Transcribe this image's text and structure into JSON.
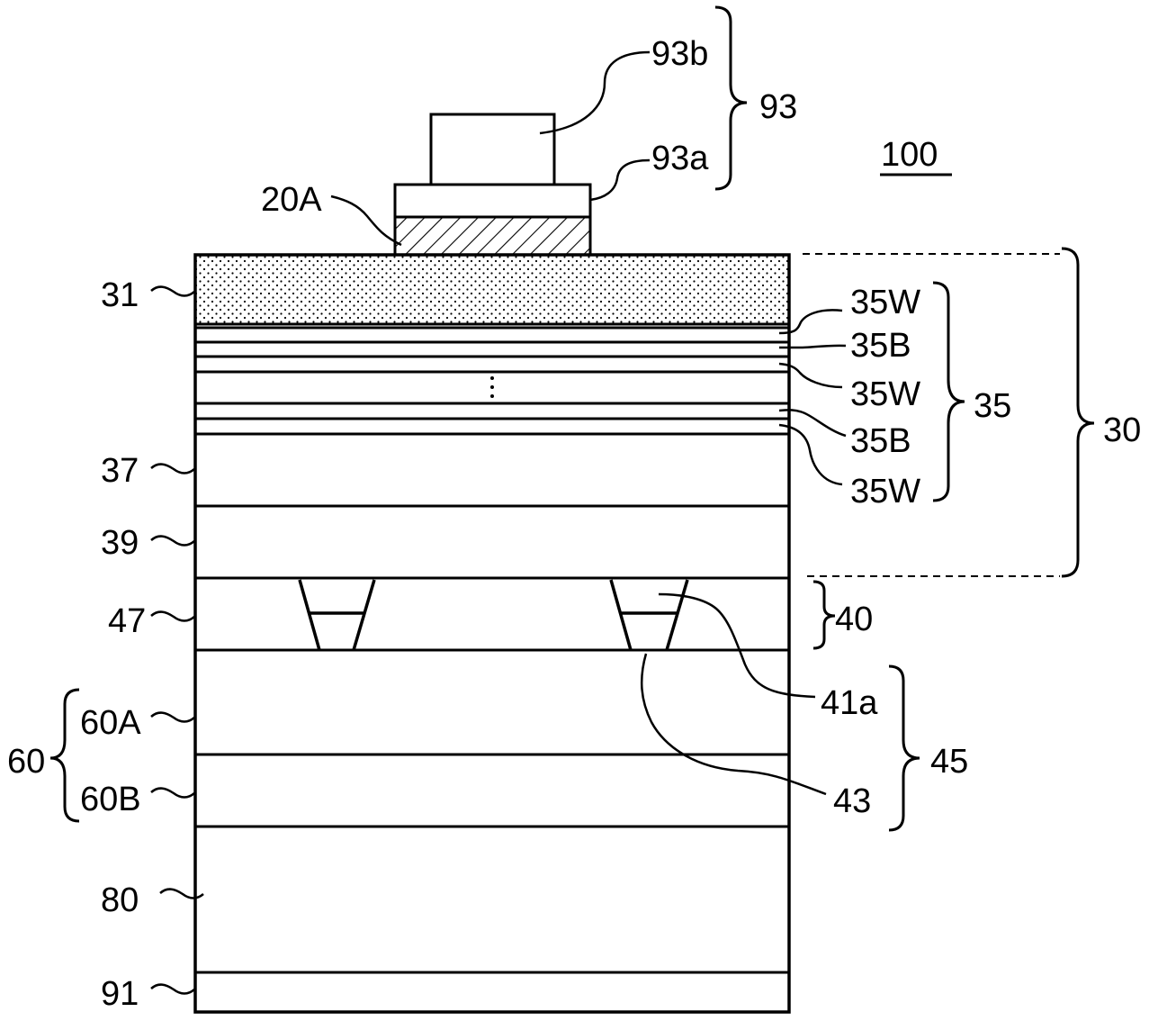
{
  "figure": {
    "device_label": "100",
    "labels": {
      "l93b": "93b",
      "l93": "93",
      "l93a": "93a",
      "l20a": "20A",
      "l31": "31",
      "l35w1": "35W",
      "l35b1": "35B",
      "l35w2": "35W",
      "l35": "35",
      "l30": "30",
      "l35b2": "35B",
      "l35w3": "35W",
      "l37": "37",
      "l39": "39",
      "l47": "47",
      "l40": "40",
      "l41a": "41a",
      "l60a": "60A",
      "l60": "60",
      "l45": "45",
      "l60b": "60B",
      "l43": "43",
      "l80": "80",
      "l91": "91"
    }
  }
}
